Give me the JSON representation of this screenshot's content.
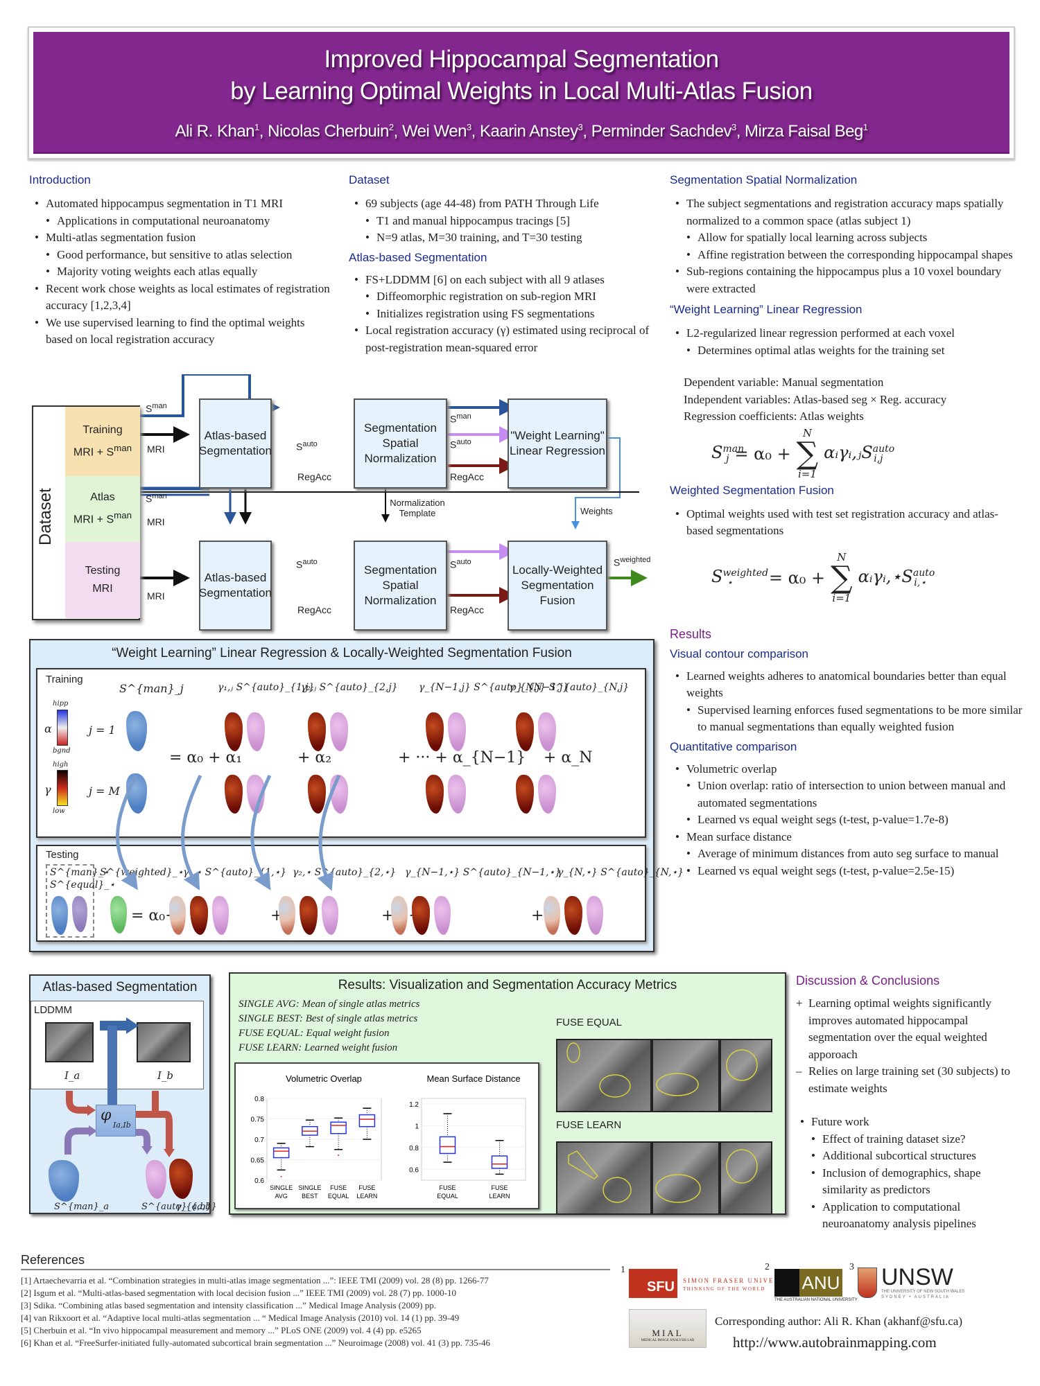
{
  "header": {
    "title_line1": "Improved Hippocampal Segmentation",
    "title_line2": "by Learning Optimal Weights in Local Multi-Atlas Fusion",
    "authors": [
      {
        "name": "Ali R. Khan",
        "aff": "1"
      },
      {
        "name": "Nicolas Cherbuin",
        "aff": "2"
      },
      {
        "name": "Wei Wen",
        "aff": "3"
      },
      {
        "name": "Kaarin Anstey",
        "aff": "3"
      },
      {
        "name": "Perminder Sachdev",
        "aff": "3"
      },
      {
        "name": "Mirza Faisal Beg",
        "aff": "1"
      }
    ]
  },
  "introduction": {
    "heading": "Introduction",
    "items": [
      {
        "level": 1,
        "text": "Automated hippocampus segmentation in T1 MRI"
      },
      {
        "level": 2,
        "text": "Applications in computational neuroanatomy"
      },
      {
        "level": 1,
        "text": "Multi-atlas segmentation fusion"
      },
      {
        "level": 2,
        "text": "Good performance, but sensitive to atlas selection"
      },
      {
        "level": 2,
        "text": "Majority voting weights each atlas equally"
      },
      {
        "level": 1,
        "text": "Recent work chose weights as local estimates of registration accuracy [1,2,3,4]"
      },
      {
        "level": 1,
        "text": "We use supervised learning to find the optimal weights based on local registration accuracy"
      }
    ]
  },
  "dataset": {
    "heading": "Dataset",
    "items": [
      {
        "level": 1,
        "text": "69 subjects (age 44-48) from PATH Through Life"
      },
      {
        "level": 2,
        "text": "T1 and manual hippocampus tracings [5]"
      },
      {
        "level": 2,
        "text": "N=9 atlas, M=30 training, and T=30 testing"
      }
    ]
  },
  "atlas_seg": {
    "heading": "Atlas-based Segmentation",
    "items": [
      {
        "level": 1,
        "text": "FS+LDDMM [6] on each subject with all 9 atlases"
      },
      {
        "level": 2,
        "text": "Diffeomorphic registration on sub-region MRI"
      },
      {
        "level": 2,
        "text": "Initializes registration using FS segmentations"
      },
      {
        "level": 1,
        "text": "Local registration accuracy (γ) estimated using reciprocal of post-registration mean-squared error"
      }
    ]
  },
  "spatial_norm": {
    "heading": "Segmentation Spatial Normalization",
    "items": [
      {
        "level": 1,
        "text": "The subject segmentations and registration accuracy maps spatially normalized to a common space (atlas subject 1)"
      },
      {
        "level": 2,
        "text": "Allow for spatially local learning across subjects"
      },
      {
        "level": 2,
        "text": "Affine registration between the corresponding hippocampal shapes"
      },
      {
        "level": 1,
        "text": "Sub-regions containing the hippocampus plus a 10 voxel boundary were extracted"
      }
    ]
  },
  "weight_learning": {
    "heading": "“Weight Learning” Linear Regression",
    "items": [
      {
        "level": 1,
        "text": "L2-regularized linear regression performed at each voxel"
      },
      {
        "level": 2,
        "text": "Determines optimal atlas weights for the training set"
      }
    ],
    "vars": [
      "Dependent variable: Manual segmentation",
      "Independent variables:  Atlas-based seg × Reg. accuracy",
      "Regression coefficients: Atlas weights"
    ],
    "eq_lhs": "S",
    "eq_lhs_sup": "man",
    "eq_lhs_sub": "j",
    "eq_mid": "= α₀ +",
    "eq_top": "N",
    "eq_bottom": "i=1",
    "eq_rhs": "αᵢγᵢ,ⱼS",
    "eq_rhs_sup": "auto",
    "eq_rhs_sub": "i,j"
  },
  "weighted_fusion": {
    "heading": "Weighted Segmentation Fusion",
    "items": [
      {
        "level": 1,
        "text": "Optimal weights used with test set registration accuracy and atlas-based segmentations"
      }
    ],
    "eq_lhs": "S",
    "eq_lhs_sup": "weighted",
    "eq_lhs_sub": "⋆",
    "eq_mid": "= α₀ +",
    "eq_top": "N",
    "eq_bottom": "i=1",
    "eq_rhs": "αᵢγᵢ,⋆S",
    "eq_rhs_sup": "auto",
    "eq_rhs_sub": "i,⋆"
  },
  "flow": {
    "dataset_label": "Dataset",
    "rows": [
      {
        "name": "Training",
        "sub": "MRI + S",
        "sup": "man",
        "color": "#f7e1b0"
      },
      {
        "name": "Atlas",
        "sub": "MRI + S",
        "sup": "man",
        "color": "#dff5d6"
      },
      {
        "name": "Testing",
        "sub": "MRI",
        "sup": "",
        "color": "#f3dcf0"
      }
    ],
    "boxes": {
      "abs_top": "Atlas-based Segmentation",
      "ssn_top": "Segmentation Spatial Normalization",
      "wl": "\"Weight Learning\" Linear Regression",
      "abs_bot": "Atlas-based Segmentation",
      "ssn_bot": "Segmentation Spatial Normalization",
      "fusion": "Locally-Weighted Segmentation Fusion"
    },
    "labels": {
      "s": "S",
      "man": "man",
      "auto": "auto",
      "weighted": "weighted",
      "mri": "MRI",
      "regacc": "RegAcc",
      "norm_template": "Normalization Template",
      "weights": "Weights"
    },
    "colors": {
      "man": "#2a5599",
      "auto": "#c58cf2",
      "regacc": "#7a1a14",
      "mri": "#111111",
      "weights": "#4a90e2",
      "out": "#3f8a1e"
    }
  },
  "panel": {
    "title": "“Weight Learning” Linear Regression & Locally-Weighted Segmentation Fusion",
    "training_label": "Training",
    "testing_label": "Testing",
    "alpha_bar": {
      "top": "hipp",
      "bottom": "bgnd",
      "symbol": "α"
    },
    "gamma_bar": {
      "top": "high",
      "bottom": "low",
      "symbol": "γ"
    },
    "row1": "j = 1",
    "rowM": "j = M",
    "train_eq": [
      "= α₀ + α₁",
      "+ α₂",
      "+ ··· + α_{N−1}",
      "+ α_N"
    ],
    "train_cols": [
      "γ₁,ⱼ S^{auto}_{1,j}",
      "γ₂,ⱼ S^{auto}_{2,j}",
      "γ_{N−1,j} S^{auto}_{N−1,j}",
      "γ_{N,j} S^{auto}_{N,j}"
    ],
    "smanj": "S^{man}_j",
    "test_labels": [
      "S^{man}_⋆",
      "S^{equal}_⋆",
      "S^{weighted}_⋆"
    ],
    "test_cols": [
      "γ₁,⋆ S^{auto}_{1,⋆}",
      "γ₂,⋆ S^{auto}_{2,⋆}",
      "γ_{N−1,⋆} S^{auto}_{N−1,⋆}",
      "γ_{N,⋆} S^{auto}_{N,⋆}"
    ],
    "test_eq": [
      "= α₀+",
      "+",
      "+···+",
      "+"
    ]
  },
  "results": {
    "heading": "Results",
    "visual_heading": "Visual contour comparison",
    "visual_items": [
      {
        "level": 1,
        "text": "Learned weights adheres to anatomical boundaries better than equal weights"
      },
      {
        "level": 2,
        "text": "Supervised learning enforces fused segmentations to be more similar to manual segmentations than equally weighted fusion"
      }
    ],
    "quant_heading": "Quantitative comparison",
    "quant_items": [
      {
        "level": 1,
        "text": "Volumetric overlap"
      },
      {
        "level": 2,
        "text": "Union overlap: ratio of intersection to union between manual and automated segmentations"
      },
      {
        "level": 2,
        "text": "Learned vs equal weight segs  (t-test, p-value=1.7e-8)"
      },
      {
        "level": 1,
        "text": "Mean surface distance"
      },
      {
        "level": 2,
        "text": "Average of minimum distances from auto seg surface to manual"
      },
      {
        "level": 2,
        "text": "Learned vs equal weight segs (t-test, p-value=2.5e-15)"
      }
    ]
  },
  "ab_panel": {
    "title": "Atlas-based Segmentation",
    "lddmm": "LDDMM",
    "ia": "I_a",
    "ib": "I_b",
    "phi": "φ",
    "phi_sub": "Ia,Ib",
    "sman": "S^{man}_a",
    "sauto": "S^{auto}_{a,b}",
    "gamma": "γ_{a,b}"
  },
  "res_panel": {
    "title": "Results: Visualization and Segmentation Accuracy Metrics",
    "legend": [
      {
        "key": "SINGLE AVG",
        "desc": "Mean of single atlas metrics"
      },
      {
        "key": "SINGLE BEST",
        "desc": "Best of single atlas metrics"
      },
      {
        "key": "FUSE EQUAL",
        "desc": "Equal weight fusion"
      },
      {
        "key": "FUSE LEARN",
        "desc": "Learned weight fusion"
      }
    ],
    "fuse_equal_label": "FUSE EQUAL",
    "fuse_learn_label": "FUSE LEARN"
  },
  "chart_data": [
    {
      "type": "box",
      "title": "Volumetric Overlap",
      "categories": [
        "SINGLE AVG",
        "SINGLE BEST",
        "FUSE EQUAL",
        "FUSE LEARN"
      ],
      "ylim": [
        0.6,
        0.8
      ],
      "yticks": [
        0.6,
        0.65,
        0.7,
        0.75,
        0.8
      ],
      "ytick_labels": [
        "0.6",
        "0.65",
        "0.7",
        "0.75",
        "0.8"
      ],
      "boxes": [
        {
          "min": 0.625,
          "q1": 0.655,
          "median": 0.671,
          "q3": 0.679,
          "max": 0.69,
          "outliers": [
            0.609
          ]
        },
        {
          "min": 0.682,
          "q1": 0.71,
          "median": 0.72,
          "q3": 0.731,
          "max": 0.747,
          "outliers": []
        },
        {
          "min": 0.675,
          "q1": 0.714,
          "median": 0.734,
          "q3": 0.742,
          "max": 0.752,
          "outliers": [
            0.661
          ]
        },
        {
          "min": 0.7,
          "q1": 0.731,
          "median": 0.749,
          "q3": 0.76,
          "max": 0.776,
          "outliers": []
        }
      ]
    },
    {
      "type": "box",
      "title": "Mean Surface Distance",
      "categories": [
        "FUSE EQUAL",
        "FUSE LEARN"
      ],
      "ylim": [
        0.5,
        1.25
      ],
      "yticks": [
        0.6,
        0.8,
        1.0,
        1.2
      ],
      "ytick_labels": [
        "0.6",
        "0.8",
        "1",
        "1.2"
      ],
      "boxes": [
        {
          "min": 0.665,
          "q1": 0.745,
          "median": 0.808,
          "q3": 0.898,
          "max": 1.11,
          "outliers": []
        },
        {
          "min": 0.555,
          "q1": 0.609,
          "median": 0.648,
          "q3": 0.722,
          "max": 0.864,
          "outliers": []
        }
      ]
    }
  ],
  "discussion": {
    "heading": "Discussion & Conclusions",
    "pros": [
      {
        "mark": "+",
        "text": "Learning optimal weights significantly improves automated hippocampal segmentation over the equal weighted apporoach"
      },
      {
        "mark": "–",
        "text": "Relies on large training set (30 subjects) to estimate weights"
      }
    ],
    "future": [
      {
        "level": 1,
        "text": "Future work"
      },
      {
        "level": 2,
        "text": "Effect of training dataset size?"
      },
      {
        "level": 2,
        "text": "Additional subcortical structures"
      },
      {
        "level": 2,
        "text": "Inclusion of demographics, shape similarity as predictors"
      },
      {
        "level": 2,
        "text": "Application to computational neuroanatomy analysis pipelines"
      }
    ]
  },
  "references": {
    "heading": "References",
    "items": [
      "[1] Artaechevarria et al. “Combination strategies in multi-atlas image segmentation ...”: IEEE TMI (2009) vol. 28 (8) pp. 1266-77",
      "[2] Isgum et al. “Multi-atlas-based segmentation with local decision fusion ...” IEEE TMI (2009) vol. 28 (7) pp. 1000-10",
      "[3] Sdika. “Combining atlas based segmentation and intensity classification ...” Medical Image Analysis (2009) pp.",
      "[4] van Rikxoort et al. “Adaptive local multi-atlas segmentation ... “ Medical Image Analysis (2010) vol. 14 (1) pp. 39-49",
      "[5] Cherbuin et al. “In vivo hippocampal measurement and memory ...”  PLoS ONE (2009) vol. 4 (4) pp. e5265",
      "[6] Khan et al. “FreeSurfer-initiated fully-automated subcortical brain segmentation ...” Neuroimage (2008) vol. 41 (3) pp. 735-46"
    ]
  },
  "footer": {
    "sfu_num": "1",
    "sfu_mark": "SFU",
    "sfu_name": "SIMON FRASER UNIVERSITY",
    "sfu_tag": "THINKING OF THE WORLD",
    "anu_num": "2",
    "anu_mark": "ANU",
    "anu_name": "THE AUSTRALIAN NATIONAL UNIVERSITY",
    "unsw_num": "3",
    "unsw_mark": "UNSW",
    "unsw_name": "THE UNIVERSITY OF NEW SOUTH WALES",
    "unsw_loc": "SYDNEY  •  AUSTRALIA",
    "mial_mark": "MIAL",
    "mial_name": "MEDICAL IMAGE ANALYSIS LAB",
    "corresponding": "Corresponding author:  Ali R. Khan (akhanf@sfu.ca)",
    "url": "http://www.autobrainmapping.com"
  }
}
